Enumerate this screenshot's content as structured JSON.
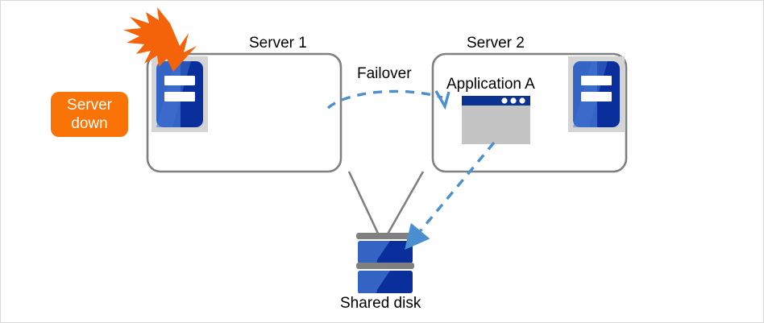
{
  "diagram": {
    "title_server1": "Server 1",
    "title_server2": "Server 2",
    "failover_label": "Failover",
    "application_label": "Application A",
    "shared_disk_label": "Shared disk",
    "status_badge_line1": "Server",
    "status_badge_line2": "down"
  },
  "colors": {
    "accent_orange": "#f97306",
    "server_blue_light": "#3465c4",
    "server_blue_dark": "#0a2f9c",
    "frame_gray": "#d4d4d4",
    "outline_gray": "#808080",
    "arrow_blue": "#4a90d0",
    "window_titlebar": "#0b3392",
    "window_body": "#c4c4c4",
    "page_border": "#d9d9d9"
  },
  "icons": {
    "server1": "server-rack-icon",
    "server2": "server-rack-icon",
    "application_window": "application-window-icon",
    "disk": "shared-disk-icon",
    "failure_burst": "lightning-burst-icon",
    "failover_arrow": "dashed-curved-arrow-icon",
    "disk_access_arrow": "dashed-straight-arrow-icon"
  }
}
